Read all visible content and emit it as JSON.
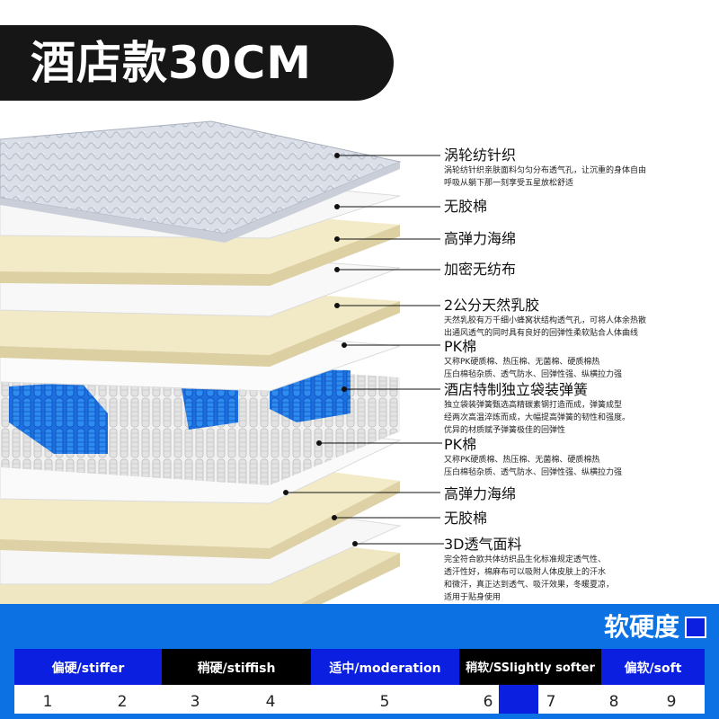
{
  "title": "酒店款30CM",
  "colors": {
    "banner": "#161616",
    "accent_blue": "#0c72e4",
    "marker_blue": "#0a1fe0",
    "foam_cream": "#f3ecc9",
    "spring_blue": "#1a8ae6",
    "knit_gray": "#d8dde6"
  },
  "layers": [
    {
      "name": "涡轮纺针织",
      "desc": [
        "涡轮纺针织亲肤面料匀匀分布透气孔，让沉重的身体自由",
        "呼吸从躺下那一刻享受五星放松舒适"
      ]
    },
    {
      "name": "无胶棉",
      "desc": []
    },
    {
      "name": "高弹力海绵",
      "desc": []
    },
    {
      "name": "加密无纺布",
      "desc": []
    },
    {
      "name": "2公分天然乳胶",
      "desc": [
        "天然乳胶有万千细小蜂窝状结构透气孔，可将人体余热散",
        "出通风透气的同时具有良好的回弹性柔软贴合人体曲线"
      ]
    },
    {
      "name": "PK棉",
      "desc": [
        "又称PK硬质棉、热压棉、无菌棉、硬质棉热",
        "压白棉毡杂质、透气防水、回弹性强、纵横拉力强"
      ]
    },
    {
      "name": "酒店特制独立袋装弹簧",
      "desc": [
        "独立袋装弹簧甄选高精碳素钢打造而成，弹簧成型",
        "经两次高温淬炼而成，大幅提高弹簧的韧性和强度。",
        "优异的材质赋予弹簧极佳的回弹性"
      ]
    },
    {
      "name": "PK棉",
      "desc": [
        "又称PK硬质棉、热压棉、无菌棉、硬质棉热",
        "压白棉毡杂质、透气防水、回弹性强、纵横拉力强"
      ]
    },
    {
      "name": "高弹力海绵",
      "desc": []
    },
    {
      "name": "无胶棉",
      "desc": []
    },
    {
      "name": "3D透气面料",
      "desc": [
        "完全符合欧共体纺织品生化标准规定透气性、",
        "透汗性好，棉麻布可以吸附人体皮肤上的汗水",
        "和微汗，真正达到透气、吸汗效果，冬暖夏凉，",
        "适用于贴身使用"
      ]
    }
  ],
  "softness": {
    "title": "软硬度",
    "segments": [
      {
        "label": "偏硬/stiffer",
        "color": "#0a1fe0"
      },
      {
        "label": "稍硬/stiffish",
        "color": "#000000"
      },
      {
        "label": "适中/moderation",
        "color": "#0a1fe0"
      },
      {
        "label": "稍软/SSlightly softer",
        "color": "#000000"
      },
      {
        "label": "偏软/soft",
        "color": "#0a1fe0"
      }
    ],
    "numbers": [
      "1",
      "2",
      "3",
      "4",
      "5",
      "6",
      "7",
      "8",
      "9"
    ],
    "selected": 6.5
  }
}
